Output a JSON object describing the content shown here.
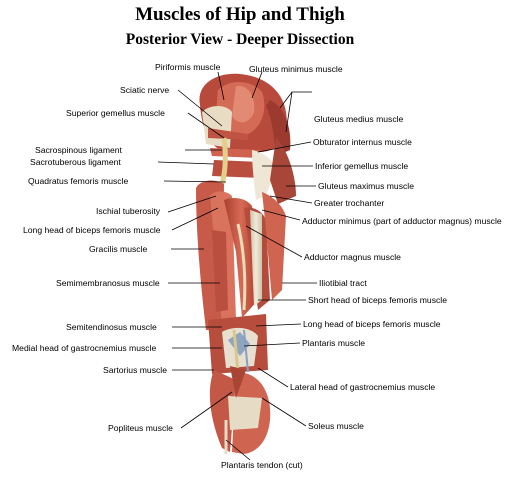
{
  "title": "Muscles of Hip and Thigh",
  "subtitle": "Posterior View - Deeper Dissection",
  "labels": {
    "piriformis": "Piriformis muscle",
    "gluteus_minimus": "Gluteus minimus muscle",
    "sciatic_nerve": "Sciatic nerve",
    "superior_gemellus": "Superior gemellus muscle",
    "gluteus_medius": "Gluteus medius muscle",
    "obturator_internus": "Obturator internus muscle",
    "sacrospinous": "Sacrospinous ligament",
    "sacrotuberous": "Sacrotuberous ligament",
    "inferior_gemellus": "Inferior gemellus muscle",
    "quadratus_femoris": "Quadratus femoris muscle",
    "gluteus_maximus": "Gluteus maximus muscle",
    "greater_trochanter": "Greater trochanter",
    "ischial_tuberosity": "Ischial tuberosity",
    "adductor_minimus": "Adductor minimus (part of adductor magnus) muscle",
    "long_head_biceps_1": "Long head of biceps femoris muscle",
    "gracilis": "Gracilis muscle",
    "adductor_magnus": "Adductor magnus muscle",
    "iliotibial_tract": "Iliotibial tract",
    "semimembranosus": "Semimembranosus muscle",
    "short_head_biceps": "Short head of biceps femoris muscle",
    "semitendinosus": "Semitendinosus muscle",
    "long_head_biceps_2": "Long head of biceps femoris muscle",
    "plantaris": "Plantaris muscle",
    "medial_gastrocnemius": "Medial head of gastrocnemius muscle",
    "sartorius": "Sartorius muscle",
    "lateral_gastrocnemius": "Lateral head of gastrocnemius muscle",
    "popliteus": "Popliteus muscle",
    "soleus": "Soleus muscle",
    "plantaris_tendon": "Plantaris tendon (cut)"
  },
  "colors": {
    "muscle": "#c8564a",
    "muscle_dark": "#9c3a30",
    "muscle_light": "#e08a78",
    "tendon": "#e4d9c6",
    "bone": "#eae1cf",
    "nerve": "#d8c98a",
    "vessel_blue": "#7a94b8"
  }
}
